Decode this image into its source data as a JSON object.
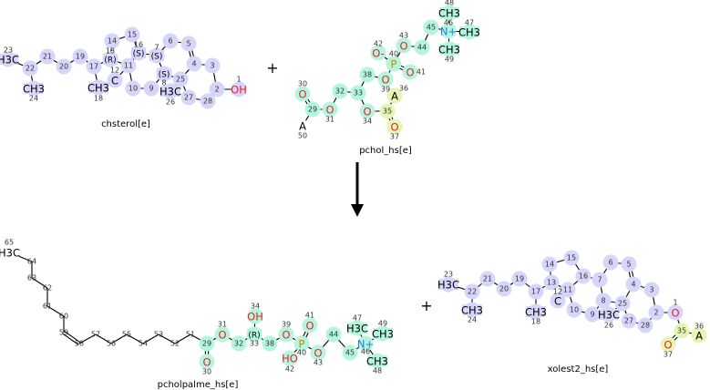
{
  "colors": {
    "b": "#d6d6fa",
    "g": "#b4f5de",
    "y": "#e4f6b2",
    "O": "#e8202a",
    "N": "#2a7be4",
    "P": "#d08a00",
    "C": "#000000"
  },
  "operators": {
    "plus_top": "+",
    "plus_bottom": "+"
  },
  "molecules": [
    {
      "name": "chsterol[e]",
      "role": "reactant",
      "atoms": [
        {
          "n": "1",
          "sym": "OH",
          "el": "O",
          "hl": "b"
        },
        {
          "n": "2",
          "sym": "",
          "hl": "b"
        },
        {
          "n": "3",
          "sym": "",
          "hl": "b"
        },
        {
          "n": "4",
          "sym": "",
          "hl": "b"
        },
        {
          "n": "5",
          "sym": "",
          "hl": "b"
        },
        {
          "n": "6",
          "sym": "",
          "hl": "b"
        },
        {
          "n": "7",
          "sym": "(S)",
          "hl": "b"
        },
        {
          "n": "8",
          "sym": "(S)",
          "hl": "b"
        },
        {
          "n": "9",
          "sym": "",
          "hl": "b"
        },
        {
          "n": "10",
          "sym": "",
          "hl": "b"
        },
        {
          "n": "11",
          "sym": "",
          "hl": "b"
        },
        {
          "n": "12",
          "sym": "C",
          "hl": "b"
        },
        {
          "n": "13",
          "sym": "(R)",
          "hl": "b"
        },
        {
          "n": "14",
          "sym": "",
          "hl": "b"
        },
        {
          "n": "15",
          "sym": "",
          "hl": "b"
        },
        {
          "n": "16",
          "sym": "(S)",
          "hl": "b"
        },
        {
          "n": "17",
          "sym": "",
          "hl": "b"
        },
        {
          "n": "18",
          "sym": "CH3",
          "hl": "b"
        },
        {
          "n": "19",
          "sym": "",
          "hl": "b"
        },
        {
          "n": "20",
          "sym": "",
          "hl": "b"
        },
        {
          "n": "21",
          "sym": "",
          "hl": "b"
        },
        {
          "n": "22",
          "sym": "",
          "hl": "b"
        },
        {
          "n": "23",
          "sym": "H3C",
          "hl": "b"
        },
        {
          "n": "24",
          "sym": "CH3",
          "hl": "b"
        },
        {
          "n": "25",
          "sym": "",
          "hl": "b"
        },
        {
          "n": "26",
          "sym": "H3C",
          "hl": "b"
        },
        {
          "n": "27",
          "sym": "",
          "hl": "b"
        },
        {
          "n": "28",
          "sym": "",
          "hl": "b"
        }
      ],
      "bonds": [
        [
          "23",
          "22"
        ],
        [
          "22",
          "24"
        ],
        [
          "22",
          "21"
        ],
        [
          "21",
          "20"
        ],
        [
          "20",
          "19"
        ],
        [
          "19",
          "17"
        ],
        [
          "17",
          "18"
        ],
        [
          "17",
          "13"
        ],
        [
          "13",
          "14"
        ],
        [
          "14",
          "15"
        ],
        [
          "15",
          "16"
        ],
        [
          "16",
          "11"
        ],
        [
          "11",
          "13"
        ],
        [
          "11",
          "12"
        ],
        [
          "11",
          "10"
        ],
        [
          "10",
          "9"
        ],
        [
          "9",
          "8"
        ],
        [
          "8",
          "7"
        ],
        [
          "7",
          "16"
        ],
        [
          "7",
          "6"
        ],
        [
          "6",
          "5"
        ],
        [
          "5",
          "4",
          2
        ],
        [
          "4",
          "25"
        ],
        [
          "25",
          "8"
        ],
        [
          "25",
          "26"
        ],
        [
          "4",
          "3"
        ],
        [
          "3",
          "2"
        ],
        [
          "2",
          "1"
        ],
        [
          "2",
          "28"
        ],
        [
          "28",
          "27"
        ],
        [
          "27",
          "25"
        ]
      ]
    },
    {
      "name": "pchol_hs[e]",
      "role": "reactant",
      "atoms": [
        {
          "n": "29",
          "sym": "",
          "hl": "g"
        },
        {
          "n": "30",
          "sym": "O",
          "el": "O",
          "hl": "g"
        },
        {
          "n": "31",
          "sym": "O",
          "el": "O",
          "hl": "g"
        },
        {
          "n": "32",
          "sym": "",
          "hl": "g"
        },
        {
          "n": "33",
          "sym": "",
          "hl": "g"
        },
        {
          "n": "34",
          "sym": "O",
          "el": "O",
          "hl": "g"
        },
        {
          "n": "35",
          "sym": "",
          "hl": "y"
        },
        {
          "n": "36",
          "sym": "A",
          "hl": "y"
        },
        {
          "n": "37",
          "sym": "O",
          "el": "O",
          "hl": "y"
        },
        {
          "n": "38",
          "sym": "",
          "hl": "g"
        },
        {
          "n": "39",
          "sym": "O",
          "el": "O",
          "hl": "g"
        },
        {
          "n": "40",
          "sym": "P",
          "el": "P",
          "hl": "g"
        },
        {
          "n": "41",
          "sym": "O",
          "el": "O",
          "hl": "g"
        },
        {
          "n": "42",
          "sym": "O-",
          "el": "O",
          "hl": "g"
        },
        {
          "n": "43",
          "sym": "O",
          "el": "O",
          "hl": "g"
        },
        {
          "n": "44",
          "sym": "",
          "hl": "g"
        },
        {
          "n": "45",
          "sym": "",
          "hl": "g"
        },
        {
          "n": "46",
          "sym": "N+",
          "el": "N",
          "hl": "g"
        },
        {
          "n": "47",
          "sym": "CH3",
          "hl": "g"
        },
        {
          "n": "48",
          "sym": "CH3",
          "hl": "g"
        },
        {
          "n": "49",
          "sym": "CH3",
          "hl": "g"
        },
        {
          "n": "50",
          "sym": "A",
          "hl": ""
        }
      ],
      "bonds": [
        [
          "50",
          "29"
        ],
        [
          "29",
          "30",
          2
        ],
        [
          "29",
          "31"
        ],
        [
          "31",
          "32"
        ],
        [
          "32",
          "33"
        ],
        [
          "33",
          "34"
        ],
        [
          "34",
          "35"
        ],
        [
          "35",
          "36"
        ],
        [
          "35",
          "37",
          2
        ],
        [
          "33",
          "38"
        ],
        [
          "38",
          "39"
        ],
        [
          "39",
          "40"
        ],
        [
          "40",
          "41",
          2
        ],
        [
          "40",
          "42"
        ],
        [
          "40",
          "43"
        ],
        [
          "43",
          "44"
        ],
        [
          "44",
          "45"
        ],
        [
          "45",
          "46"
        ],
        [
          "46",
          "47"
        ],
        [
          "46",
          "48"
        ],
        [
          "46",
          "49"
        ]
      ]
    },
    {
      "name": "pcholpalme_hs[e]",
      "role": "product",
      "atoms": [
        {
          "n": "29",
          "sym": "",
          "hl": "g"
        },
        {
          "n": "30",
          "sym": "O",
          "el": "O",
          "hl": "g"
        },
        {
          "n": "31",
          "sym": "O",
          "el": "O",
          "hl": "g"
        },
        {
          "n": "32",
          "sym": "",
          "hl": "g"
        },
        {
          "n": "33",
          "sym": "(R)",
          "hl": "g"
        },
        {
          "n": "34",
          "sym": "OH",
          "el": "O",
          "hl": "g"
        },
        {
          "n": "38",
          "sym": "",
          "hl": "g"
        },
        {
          "n": "39",
          "sym": "O",
          "el": "O",
          "hl": "g"
        },
        {
          "n": "40",
          "sym": "P",
          "el": "P",
          "hl": "g"
        },
        {
          "n": "41",
          "sym": "O",
          "el": "O",
          "hl": "g"
        },
        {
          "n": "42",
          "sym": "HO",
          "el": "O",
          "hl": "g"
        },
        {
          "n": "43",
          "sym": "O",
          "el": "O",
          "hl": "g"
        },
        {
          "n": "44",
          "sym": "",
          "hl": "g"
        },
        {
          "n": "45",
          "sym": "",
          "hl": "g"
        },
        {
          "n": "46",
          "sym": "N+",
          "el": "N",
          "hl": "g"
        },
        {
          "n": "47",
          "sym": "H3C",
          "hl": "g"
        },
        {
          "n": "48",
          "sym": "CH3",
          "hl": "g"
        },
        {
          "n": "49",
          "sym": "CH3",
          "hl": "g"
        },
        {
          "n": "51",
          "sym": "",
          "hl": ""
        },
        {
          "n": "52",
          "sym": "",
          "hl": ""
        },
        {
          "n": "53",
          "sym": "",
          "hl": ""
        },
        {
          "n": "54",
          "sym": "",
          "hl": ""
        },
        {
          "n": "55",
          "sym": "",
          "hl": ""
        },
        {
          "n": "56",
          "sym": "",
          "hl": ""
        },
        {
          "n": "57",
          "sym": "",
          "hl": ""
        },
        {
          "n": "58",
          "sym": "",
          "hl": ""
        },
        {
          "n": "59",
          "sym": "",
          "hl": ""
        },
        {
          "n": "60",
          "sym": "",
          "hl": ""
        },
        {
          "n": "61",
          "sym": "",
          "hl": ""
        },
        {
          "n": "62",
          "sym": "",
          "hl": ""
        },
        {
          "n": "63",
          "sym": "",
          "hl": ""
        },
        {
          "n": "64",
          "sym": "",
          "hl": ""
        },
        {
          "n": "65",
          "sym": "H3C",
          "hl": ""
        }
      ],
      "bonds": [
        [
          "65",
          "64"
        ],
        [
          "64",
          "63"
        ],
        [
          "63",
          "62"
        ],
        [
          "62",
          "61"
        ],
        [
          "61",
          "60"
        ],
        [
          "60",
          "59"
        ],
        [
          "59",
          "58",
          2
        ],
        [
          "58",
          "57"
        ],
        [
          "57",
          "56"
        ],
        [
          "56",
          "55"
        ],
        [
          "55",
          "54"
        ],
        [
          "54",
          "53"
        ],
        [
          "53",
          "52"
        ],
        [
          "52",
          "51"
        ],
        [
          "51",
          "29"
        ],
        [
          "29",
          "30",
          2
        ],
        [
          "29",
          "31"
        ],
        [
          "31",
          "32"
        ],
        [
          "32",
          "33"
        ],
        [
          "33",
          "34"
        ],
        [
          "33",
          "38"
        ],
        [
          "38",
          "39"
        ],
        [
          "39",
          "40"
        ],
        [
          "40",
          "41",
          2
        ],
        [
          "40",
          "42"
        ],
        [
          "40",
          "43"
        ],
        [
          "43",
          "44"
        ],
        [
          "44",
          "45"
        ],
        [
          "45",
          "46"
        ],
        [
          "46",
          "47"
        ],
        [
          "46",
          "48"
        ],
        [
          "46",
          "49"
        ]
      ]
    },
    {
      "name": "xolest2_hs[e]",
      "role": "product",
      "atoms": [
        {
          "n": "1",
          "sym": "O",
          "el": "O",
          "hl": "b"
        },
        {
          "n": "2",
          "sym": "",
          "hl": "b"
        },
        {
          "n": "3",
          "sym": "",
          "hl": "b"
        },
        {
          "n": "4",
          "sym": "",
          "hl": "b"
        },
        {
          "n": "5",
          "sym": "",
          "hl": "b"
        },
        {
          "n": "6",
          "sym": "",
          "hl": "b"
        },
        {
          "n": "7",
          "sym": "",
          "hl": "b"
        },
        {
          "n": "8",
          "sym": "",
          "hl": "b"
        },
        {
          "n": "9",
          "sym": "",
          "hl": "b"
        },
        {
          "n": "10",
          "sym": "",
          "hl": "b"
        },
        {
          "n": "11",
          "sym": "",
          "hl": "b"
        },
        {
          "n": "12",
          "sym": "C",
          "hl": "b"
        },
        {
          "n": "13",
          "sym": "",
          "hl": "b"
        },
        {
          "n": "14",
          "sym": "",
          "hl": "b"
        },
        {
          "n": "15",
          "sym": "",
          "hl": "b"
        },
        {
          "n": "16",
          "sym": "",
          "hl": "b"
        },
        {
          "n": "17",
          "sym": "",
          "hl": "b"
        },
        {
          "n": "18",
          "sym": "CH3",
          "hl": "b"
        },
        {
          "n": "19",
          "sym": "",
          "hl": "b"
        },
        {
          "n": "20",
          "sym": "",
          "hl": "b"
        },
        {
          "n": "21",
          "sym": "",
          "hl": "b"
        },
        {
          "n": "22",
          "sym": "",
          "hl": "b"
        },
        {
          "n": "23",
          "sym": "H3C",
          "hl": "b"
        },
        {
          "n": "24",
          "sym": "CH3",
          "hl": "b"
        },
        {
          "n": "25",
          "sym": "",
          "hl": "b"
        },
        {
          "n": "26",
          "sym": "H3C",
          "hl": "b"
        },
        {
          "n": "27",
          "sym": "",
          "hl": "b"
        },
        {
          "n": "28",
          "sym": "",
          "hl": "b"
        },
        {
          "n": "35",
          "sym": "",
          "hl": "y"
        },
        {
          "n": "36",
          "sym": "A",
          "hl": "y"
        },
        {
          "n": "37",
          "sym": "O",
          "el": "O",
          "hl": "y"
        }
      ],
      "bonds": [
        [
          "23",
          "22"
        ],
        [
          "22",
          "24"
        ],
        [
          "22",
          "21"
        ],
        [
          "21",
          "20"
        ],
        [
          "20",
          "19"
        ],
        [
          "19",
          "17"
        ],
        [
          "17",
          "18"
        ],
        [
          "17",
          "13"
        ],
        [
          "13",
          "14"
        ],
        [
          "14",
          "15"
        ],
        [
          "15",
          "16"
        ],
        [
          "16",
          "11"
        ],
        [
          "11",
          "13"
        ],
        [
          "11",
          "12"
        ],
        [
          "11",
          "10"
        ],
        [
          "10",
          "9"
        ],
        [
          "9",
          "8"
        ],
        [
          "8",
          "7"
        ],
        [
          "7",
          "16"
        ],
        [
          "7",
          "6"
        ],
        [
          "6",
          "5"
        ],
        [
          "5",
          "4",
          2
        ],
        [
          "4",
          "25"
        ],
        [
          "25",
          "8"
        ],
        [
          "25",
          "26"
        ],
        [
          "4",
          "3"
        ],
        [
          "3",
          "2"
        ],
        [
          "2",
          "1"
        ],
        [
          "2",
          "28"
        ],
        [
          "28",
          "27"
        ],
        [
          "27",
          "25"
        ],
        [
          "1",
          "35"
        ],
        [
          "35",
          "36"
        ],
        [
          "35",
          "37",
          2
        ]
      ]
    }
  ]
}
